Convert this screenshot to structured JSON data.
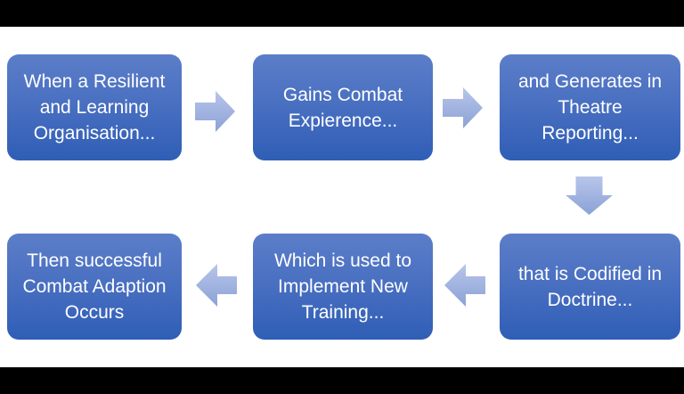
{
  "diagram": {
    "boxes": [
      {
        "id": "step-1",
        "label": "When a Resilient and Learning Organisation..."
      },
      {
        "id": "step-2",
        "label": "Gains Combat Expierence..."
      },
      {
        "id": "step-3",
        "label": "and Generates in Theatre Reporting..."
      },
      {
        "id": "step-4",
        "label": "that is Codified in Doctrine..."
      },
      {
        "id": "step-5",
        "label": "Which is used to Implement New Training..."
      },
      {
        "id": "step-6",
        "label": "Then successful Combat Adaption Occurs"
      }
    ],
    "arrows": [
      {
        "from": "step-1",
        "to": "step-2",
        "direction": "right"
      },
      {
        "from": "step-2",
        "to": "step-3",
        "direction": "right"
      },
      {
        "from": "step-3",
        "to": "step-4",
        "direction": "down"
      },
      {
        "from": "step-4",
        "to": "step-5",
        "direction": "left"
      },
      {
        "from": "step-5",
        "to": "step-6",
        "direction": "left"
      }
    ],
    "colors": {
      "box_gradient_top": "#5c7ec9",
      "box_gradient_bottom": "#2f5eb6",
      "arrow_gradient_top": "#b8c5ea",
      "arrow_gradient_bottom": "#8ba2d6",
      "text": "#ffffff",
      "background": "#ffffff",
      "letterbox": "#000000"
    }
  }
}
